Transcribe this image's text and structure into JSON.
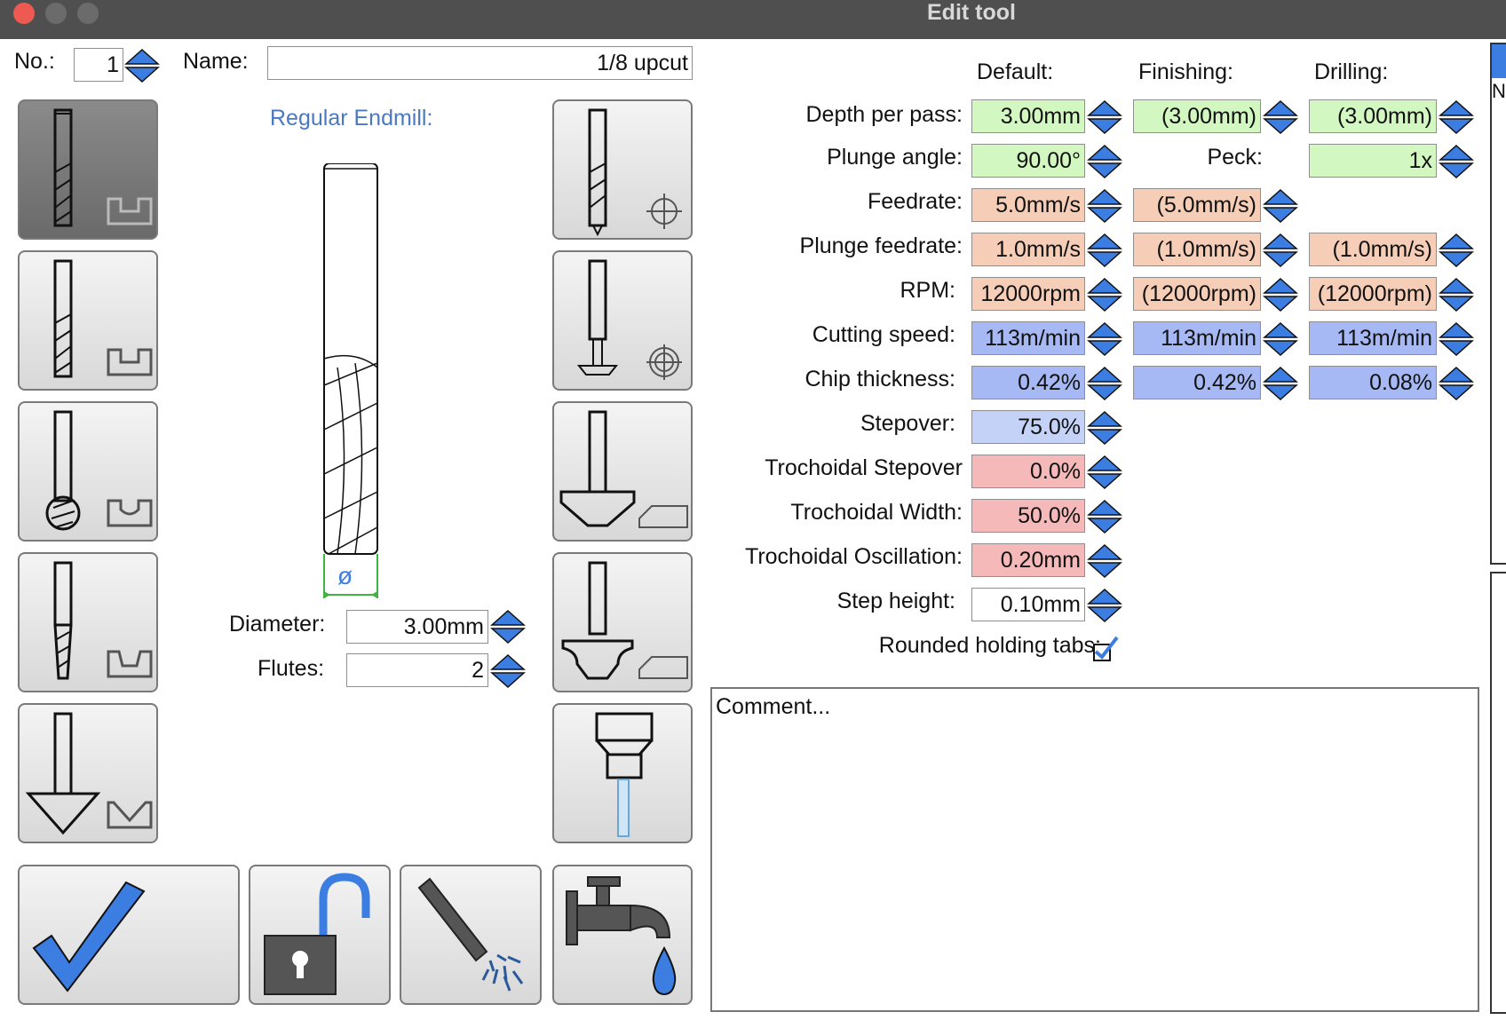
{
  "window": {
    "title": "Edit tool"
  },
  "header": {
    "no_label": "No.:",
    "no_value": "1",
    "name_label": "Name:",
    "name_value": "1/8 upcut"
  },
  "tool": {
    "type_label": "Regular Endmill:",
    "diameter_label": "Diameter:",
    "diameter_value": "3.00mm",
    "flutes_label": "Flutes:",
    "flutes_value": "2",
    "diameter_symbol": "ø"
  },
  "columns": {
    "default": "Default:",
    "finishing": "Finishing:",
    "drilling": "Drilling:"
  },
  "params": {
    "depth_per_pass": {
      "label": "Depth per pass:",
      "default": "3.00mm",
      "finishing": "(3.00mm)",
      "drilling": "(3.00mm)"
    },
    "plunge_angle": {
      "label": "Plunge angle:",
      "default": "90.00°",
      "peck_label": "Peck:",
      "peck": "1x"
    },
    "feedrate": {
      "label": "Feedrate:",
      "default": "5.0mm/s",
      "finishing": "(5.0mm/s)"
    },
    "plunge_feedrate": {
      "label": "Plunge feedrate:",
      "default": "1.0mm/s",
      "finishing": "(1.0mm/s)",
      "drilling": "(1.0mm/s)"
    },
    "rpm": {
      "label": "RPM:",
      "default": "12000rpm",
      "finishing": "(12000rpm)",
      "drilling": "(12000rpm)"
    },
    "cutting_speed": {
      "label": "Cutting speed:",
      "default": "113m/min",
      "finishing": "113m/min",
      "drilling": "113m/min"
    },
    "chip_thickness": {
      "label": "Chip thickness:",
      "default": "0.42%",
      "finishing": "0.42%",
      "drilling": "0.08%"
    },
    "stepover": {
      "label": "Stepover:",
      "default": "75.0%"
    },
    "trochoidal_stepover": {
      "label": "Trochoidal Stepover",
      "default": "0.0%"
    },
    "trochoidal_width": {
      "label": "Trochoidal Width:",
      "default": "50.0%"
    },
    "trochoidal_oscillation": {
      "label": "Trochoidal Oscillation:",
      "default": "0.20mm"
    },
    "step_height": {
      "label": "Step height:",
      "default": "0.10mm"
    },
    "rounded_tabs": {
      "label": "Rounded holding tabs:"
    }
  },
  "comment": {
    "placeholder": "Comment..."
  },
  "side": {
    "letter": "N"
  },
  "colors": {
    "green": "#d2f7c0",
    "salmon": "#f6cdb6",
    "blue": "#a6b9f5",
    "light_blue": "#c4d2f7",
    "pink": "#f5b9b9",
    "accent": "#3b7de0"
  }
}
